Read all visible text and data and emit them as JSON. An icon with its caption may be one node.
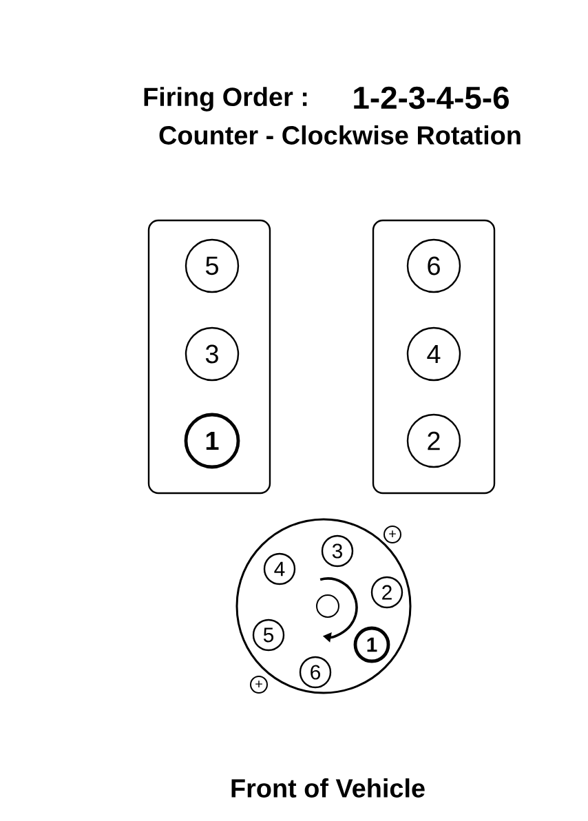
{
  "diagram": {
    "title": "Firing Order :",
    "nodes": [
      {
        "text": [],
        "shape": "box"
      },
      {
        "text": [
          "5"
        ],
        "in": 0
      },
      {
        "text": [
          "3"
        ],
        "in": 0
      },
      {
        "text": [
          "1"
        ],
        "in": 0
      },
      {
        "text": [],
        "shape": "box"
      },
      {
        "text": [
          "6"
        ],
        "in": 4
      },
      {
        "text": [
          "4"
        ],
        "in": 4
      },
      {
        "text": [
          "2"
        ],
        "in": 4
      },
      {
        "text": [],
        "shape": "circle"
      },
      {
        "text": [
          "3"
        ],
        "in": 8
      },
      {
        "text": [
          "4"
        ],
        "in": 8
      },
      {
        "text": [
          "2"
        ],
        "in": 8
      },
      {
        "text": [
          "5"
        ],
        "in": 8
      },
      {
        "text": [
          "1"
        ],
        "in": 8
      },
      {
        "text": [
          "6"
        ],
        "in": 8
      },
      {
        "text": [
          "+"
        ]
      },
      {
        "text": [
          "+"
        ]
      }
    ],
    "labels": [
      "1-2-3-4-5-6",
      "Counter - Clockwise Rotation",
      "Front of Vehicle"
    ]
  }
}
